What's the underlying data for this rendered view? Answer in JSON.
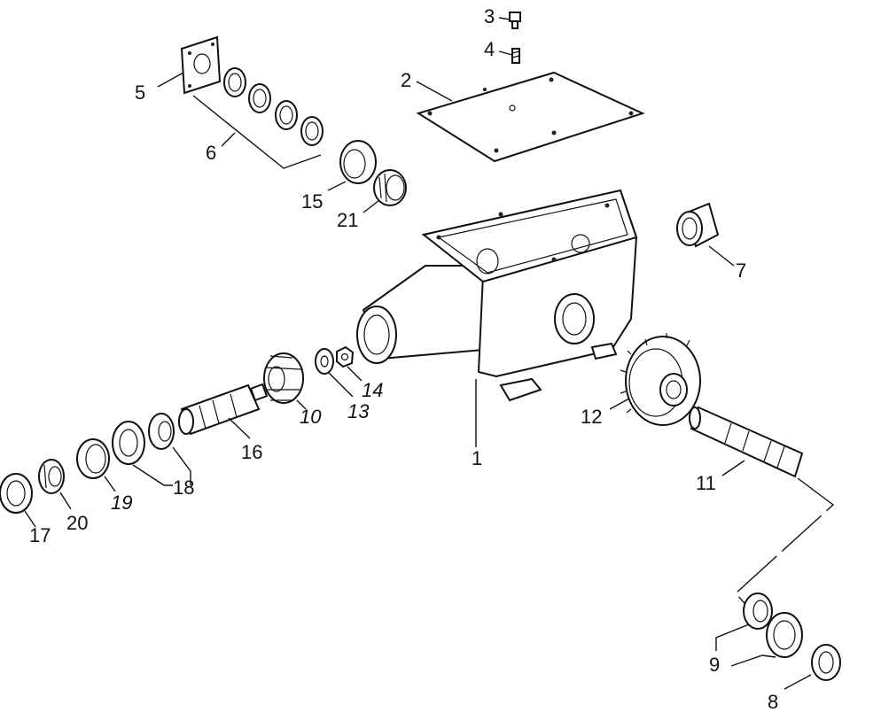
{
  "diagram": {
    "labels": {
      "p1": "1",
      "p2": "2",
      "p3": "3",
      "p4": "4",
      "p5": "5",
      "p6": "6",
      "p7": "7",
      "p8": "8",
      "p9": "9",
      "p10": "10",
      "p11": "11",
      "p12": "12",
      "p13": "13",
      "p14": "14",
      "p15": "15",
      "p16": "16",
      "p17": "17",
      "p18": "18",
      "p19": "19",
      "p20": "20",
      "p21": "21"
    }
  }
}
